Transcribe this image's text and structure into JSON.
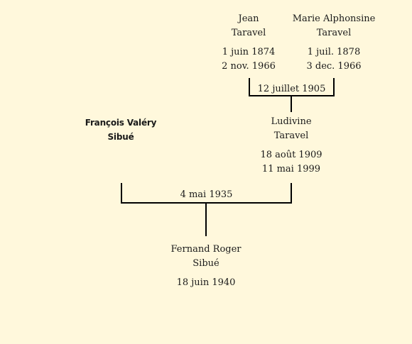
{
  "people": {
    "jean": {
      "first": "Jean",
      "last": "Taravel",
      "birth": "1 juin 1874",
      "death": "2 nov. 1966"
    },
    "marie": {
      "first": "Marie Alphonsine",
      "last": "Taravel",
      "birth": "1 juil. 1878",
      "death": "3 dec. 1966"
    },
    "francois": {
      "first": "François Valéry",
      "last": "Sibué"
    },
    "ludivine": {
      "first": "Ludivine",
      "last": "Taravel",
      "birth": "18 août 1909",
      "death": "11 mai 1999"
    },
    "fernand": {
      "first": "Fernand Roger",
      "last": "Sibué",
      "birth": "18 juin 1940"
    }
  },
  "marriages": {
    "jean_marie": "12 juillet 1905",
    "francois_ludivine": "4 mai 1935"
  }
}
